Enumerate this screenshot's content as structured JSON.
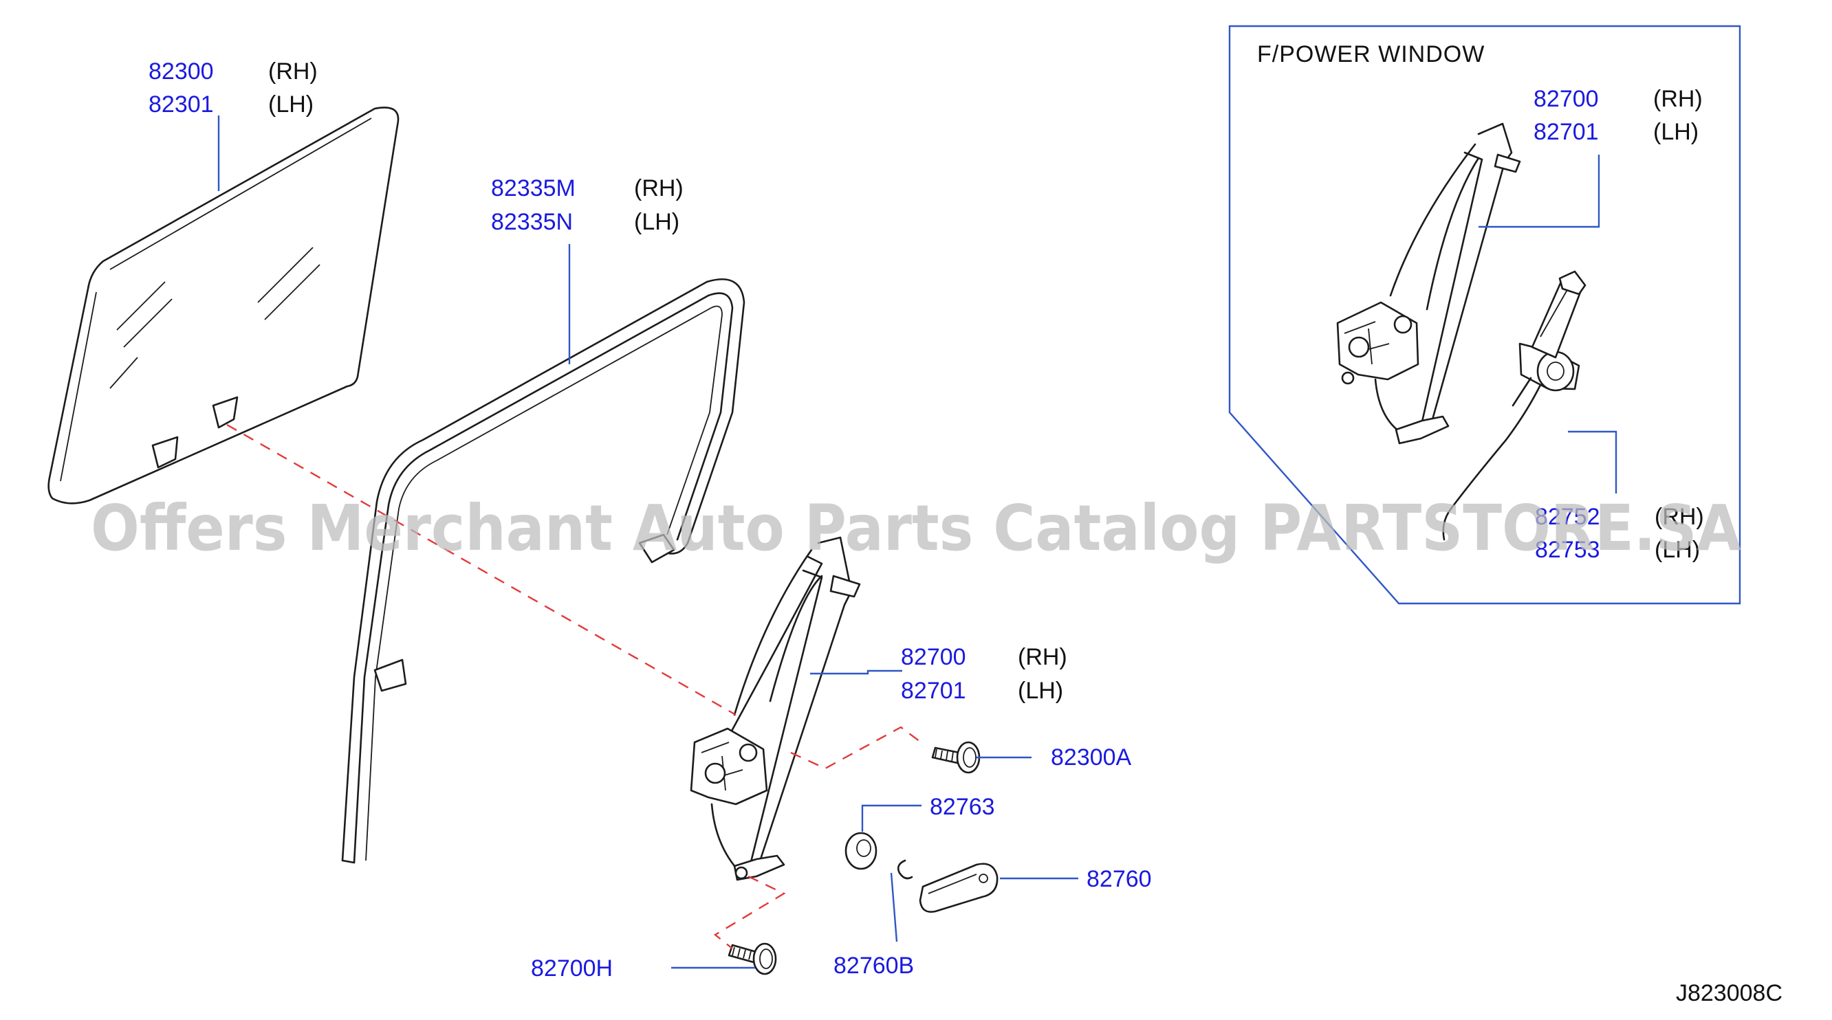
{
  "callouts": {
    "glass": {
      "num_rh": "82300",
      "side_rh": "(RH)",
      "num_lh": "82301",
      "side_lh": "(LH)"
    },
    "sash": {
      "num_rh": "82335M",
      "side_rh": "(RH)",
      "num_lh": "82335N",
      "side_lh": "(LH)"
    },
    "regulator": {
      "num_rh": "82700",
      "side_rh": "(RH)",
      "num_lh": "82701",
      "side_lh": "(LH)"
    },
    "bolt_glass": "82300A",
    "escutcheon": "82763",
    "handle": "82760",
    "bolt_regulator": "82700H",
    "clip": "82760B"
  },
  "inset": {
    "title": "F/POWER  WINDOW",
    "regulator": {
      "num_rh": "82700",
      "side_rh": "(RH)",
      "num_lh": "82701",
      "side_lh": "(LH)"
    },
    "motor": {
      "num_rh": "82752",
      "side_rh": "(RH)",
      "num_lh": "82753",
      "side_lh": "(LH)"
    }
  },
  "drawing_code": "J823008C",
  "watermark": "Offers Merchant Auto Parts Catalog PARTSTORE.SA",
  "colors": {
    "part_number": "#1a1adf",
    "leader": "#2f57c6",
    "reference_dash": "#e23a3a",
    "outline": "#1c1c1c"
  }
}
